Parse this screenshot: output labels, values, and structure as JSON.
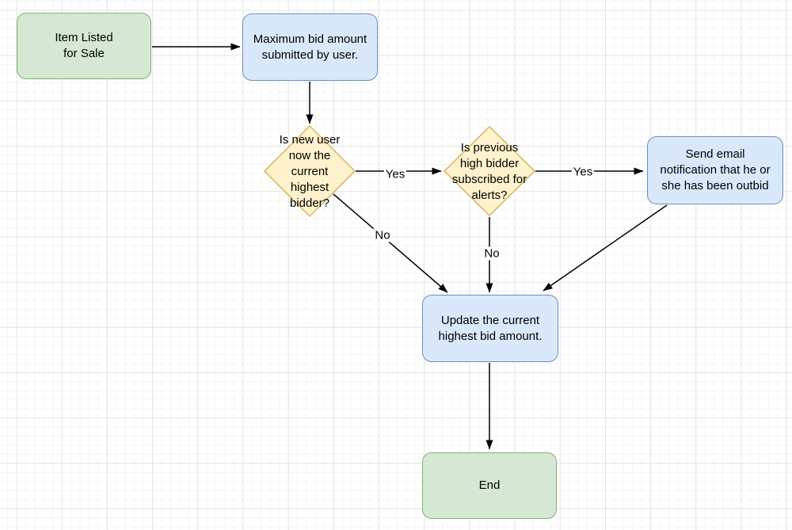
{
  "nodes": {
    "start": {
      "label": "Item Listed\nfor Sale"
    },
    "max_bid": {
      "label": "Maximum bid amount\nsubmitted by user."
    },
    "decision_highest_bidder": {
      "label": "Is new user\nnow the\ncurrent\nhighest\nbidder?"
    },
    "decision_subscribed": {
      "label": "Is previous\nhigh bidder\nsubscribed for\nalerts?"
    },
    "send_email": {
      "label": "Send email\nnotification that he or\nshe has been outbid"
    },
    "update_bid": {
      "label": "Update the current\nhighest bid amount."
    },
    "end": {
      "label": "End"
    }
  },
  "edge_labels": {
    "yes_highest_to_subscribed": "Yes",
    "yes_subscribed_to_email": "Yes",
    "no_highest_to_update": "No",
    "no_subscribed_to_update": "No"
  },
  "colors": {
    "green_fill": "#d5e8d4",
    "green_stroke": "#82b366",
    "blue_fill": "#dae8fc",
    "blue_stroke": "#6c8ebf",
    "yellow_fill": "#fff2cc",
    "yellow_stroke": "#d6b656",
    "edge_stroke": "#000000",
    "label_text": "#000000",
    "grid_major": "#e4e4e4",
    "grid_minor": "#f4f4f4"
  }
}
